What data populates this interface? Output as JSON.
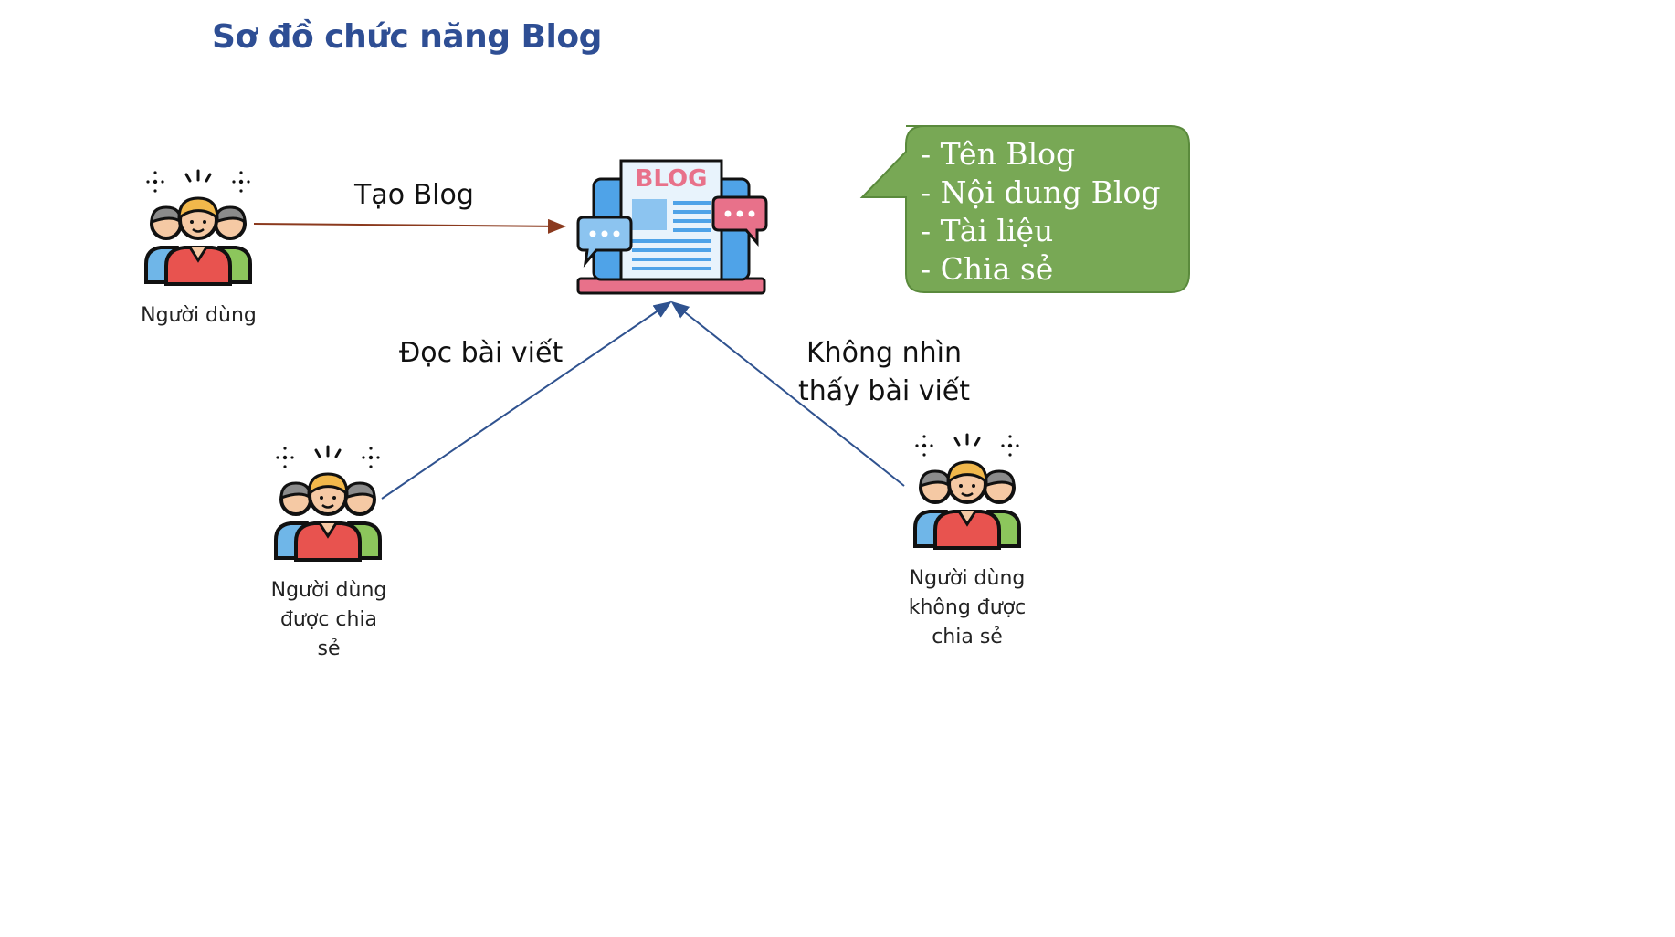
{
  "title": "Sơ đồ chức năng Blog",
  "nodes": {
    "user": {
      "label": "Người dùng",
      "icon": "user-group-icon"
    },
    "blog": {
      "icon": "blog-page-icon",
      "icon_text": "BLOG"
    },
    "shared_user": {
      "label_lines": [
        "Người dùng",
        "được chia",
        "sẻ"
      ],
      "icon": "user-group-icon"
    },
    "unshared_user": {
      "label_lines": [
        "Người dùng",
        "không được",
        "chia sẻ"
      ],
      "icon": "user-group-icon"
    }
  },
  "edges": {
    "create": {
      "label": "Tạo Blog"
    },
    "read": {
      "label": "Đọc bài viết"
    },
    "no_view": {
      "label_lines": [
        "Không nhìn",
        "thấy bài viết"
      ]
    }
  },
  "callout": {
    "items": [
      "- Tên Blog",
      "- Nội dung Blog",
      "- Tài liệu",
      "- Chia sẻ"
    ]
  },
  "colors": {
    "title": "#2E4E94",
    "callout_fill": "#78A855",
    "callout_border": "#5A8A3C",
    "arrow_create": "#8B3A1E",
    "arrow_other": "#2F528F"
  }
}
